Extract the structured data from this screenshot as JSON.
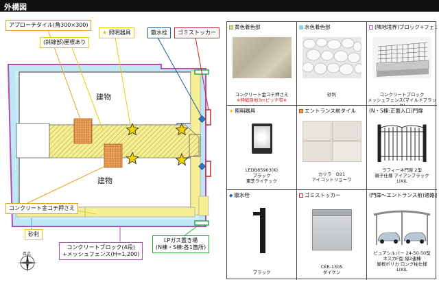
{
  "header": {
    "title": "外構図"
  },
  "plan": {
    "callouts": {
      "approach_tile": "アプローチタイル(角300×300)",
      "diagonal_roof": "(斜線部)屋根あり",
      "lighting": "照明器具",
      "faucet": "散水栓",
      "garbage": "ゴミストッカー",
      "concrete": "コンクリート金コテ押さえ",
      "gravel": "砂利",
      "block_fence_line1": "コンクリートブロック(4段)",
      "block_fence_line2": "+メッシュフェンス(H=1,200)",
      "lp_gas_line1": "LPガス置き場",
      "lp_gas_line2": "(N棟・S棟:各1箇所)"
    },
    "building_labels": [
      "建物",
      "建物"
    ],
    "compass": "真北"
  },
  "legend": {
    "items": [
      {
        "heading": "黄色着色部",
        "caption_lines": [
          "コンクリート金コテ押さえ"
        ],
        "note": "※伸縮目地3mピッチ有※"
      },
      {
        "heading": "水色着色部",
        "caption_lines": [
          "砂利"
        ]
      },
      {
        "heading": "(隣地境界)ブロック+フェンス",
        "caption_lines": [
          "コンクリートブロック",
          "メッシュフェンス(マイルドブラック)"
        ]
      },
      {
        "heading": "照明器具",
        "caption_lines": [
          "LEDB85903(K)",
          "ブラック",
          "東芝ライテック"
        ]
      },
      {
        "heading": "エントランス前タイル",
        "caption_lines": [
          "カリラ　D21",
          "アイコットリョーワ"
        ]
      },
      {
        "heading": "(N・S棟:正面入口)門扉",
        "caption_lines": [
          "ラフィーネ門扉 2型",
          "親子仕様 アイアンブラック",
          "LIXIL"
        ]
      },
      {
        "heading": "散水栓",
        "caption_lines": [
          "ブラック"
        ]
      },
      {
        "heading": "ゴミストッカー",
        "caption_lines": [
          "CKE-1305",
          "ダイケン"
        ]
      },
      {
        "heading": "(門扉～エントランス前)通路屋根",
        "caption_lines": [
          "ピュアシルバー 24-50-50型",
          "ネスカF型 縦2連棟",
          "屋根ポリカ ロング柱仕様",
          "LIXIL"
        ]
      }
    ]
  },
  "colors": {
    "yellow": "#f7ef96",
    "light_blue": "#bfe6f4",
    "fence_purple": "#b04fb0",
    "tile_orange": "#e8a25a",
    "green": "#2aa84a",
    "faucet_blue": "#1d5aa8",
    "garbage_red": "#c0282d"
  }
}
